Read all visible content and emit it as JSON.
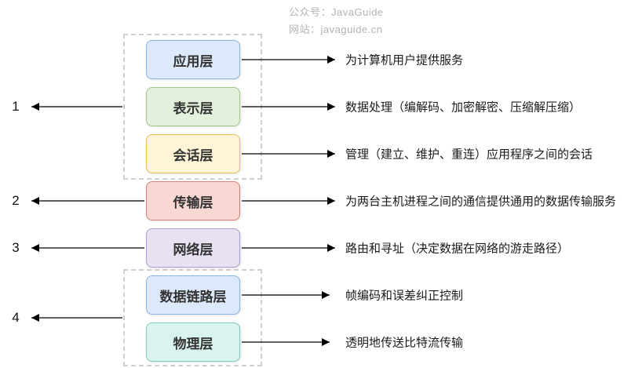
{
  "watermark": {
    "line1": "公众号：JavaGuide",
    "line2": "网站：javaguide.cn"
  },
  "group_labels": [
    "1",
    "2",
    "3",
    "4"
  ],
  "layers": [
    {
      "name": "应用层",
      "description": "为计算机用户提供服务",
      "bg": "#dbe9fb",
      "border": "#8eb4e3",
      "text": "#333333"
    },
    {
      "name": "表示层",
      "description": "数据处理（编解码、加密解密、压缩解压缩）",
      "bg": "#e3f0db",
      "border": "#9fc98c",
      "text": "#333333"
    },
    {
      "name": "会话层",
      "description": "管理（建立、维护、重连）应用程序之间的会话",
      "bg": "#fff4d6",
      "border": "#eebe5a",
      "text": "#333333"
    },
    {
      "name": "传输层",
      "description": "为两台主机进程之间的通信提供通用的数据传输服务",
      "bg": "#f9d7d3",
      "border": "#d3837b",
      "text": "#333333"
    },
    {
      "name": "网络层",
      "description": "路由和寻址（决定数据在网络的游走路径）",
      "bg": "#e7e1f2",
      "border": "#ad9cce",
      "text": "#333333"
    },
    {
      "name": "数据链路层",
      "description": "帧编码和误差纠正控制",
      "bg": "#dbe9fb",
      "border": "#8eb4e3",
      "text": "#333333"
    },
    {
      "name": "物理层",
      "description": "透明地传送比特流传输",
      "bg": "#d9f3ef",
      "border": "#82cbc0",
      "text": "#333333"
    }
  ],
  "colors": {
    "arrow": "#000000",
    "group_border": "#cfcfcf",
    "watermark": "#b3b3b3"
  }
}
